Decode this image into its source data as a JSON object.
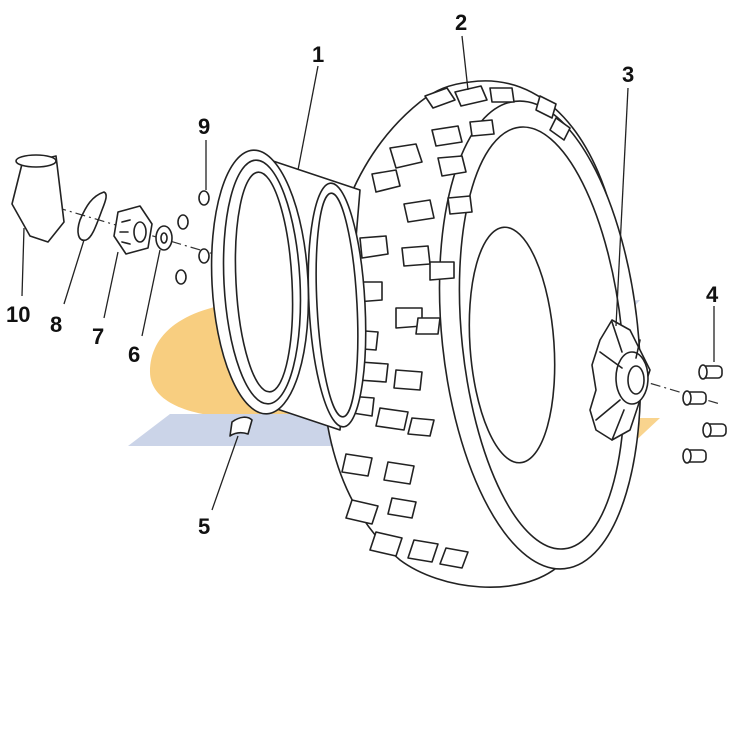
{
  "callouts": [
    {
      "id": "1",
      "text": "1"
    },
    {
      "id": "2",
      "text": "2"
    },
    {
      "id": "3",
      "text": "3"
    },
    {
      "id": "4",
      "text": "4"
    },
    {
      "id": "5",
      "text": "5"
    },
    {
      "id": "6",
      "text": "6"
    },
    {
      "id": "7",
      "text": "7"
    },
    {
      "id": "8",
      "text": "8"
    },
    {
      "id": "9",
      "text": "9"
    },
    {
      "id": "10",
      "text": "10"
    }
  ],
  "colors": {
    "watermark_orange": "#f7c66b",
    "watermark_blue": "#c3cde4",
    "line": "#222222"
  }
}
